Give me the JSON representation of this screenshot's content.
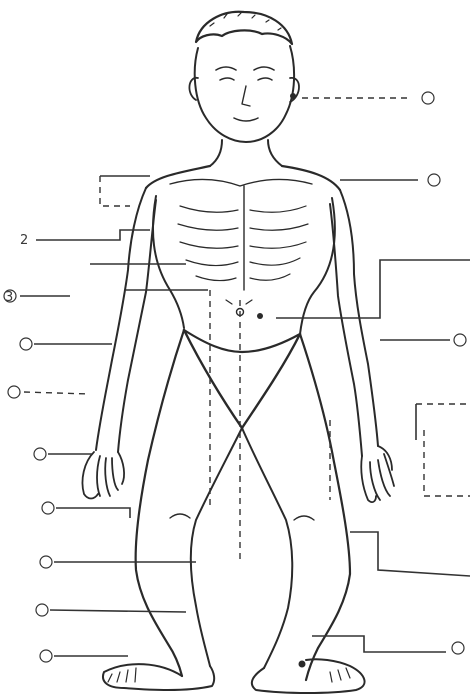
{
  "figure": {
    "ink_color": "#2a2a2a",
    "background_color": "#ffffff",
    "subject": "human-figure-front-view",
    "callouts_left": [
      {
        "id": "left-1",
        "label": "",
        "target": "upper-chest"
      },
      {
        "id": "left-2",
        "label": "2",
        "target": "upper-arm"
      },
      {
        "id": "left-3",
        "label": "3",
        "target": "elbow"
      },
      {
        "id": "left-4",
        "label": "",
        "target": "waist"
      },
      {
        "id": "left-5",
        "label": "",
        "target": "forearm"
      },
      {
        "id": "left-6",
        "label": "",
        "target": "wrist"
      },
      {
        "id": "left-7",
        "label": "",
        "target": "hand"
      },
      {
        "id": "left-8",
        "label": "",
        "target": "knee"
      },
      {
        "id": "left-9",
        "label": "",
        "target": "shin"
      },
      {
        "id": "left-10",
        "label": "",
        "target": "foot"
      }
    ],
    "callouts_right": [
      {
        "id": "right-1",
        "label": "",
        "target": "ear"
      },
      {
        "id": "right-2",
        "label": "",
        "target": "shoulder"
      },
      {
        "id": "right-3",
        "label": "",
        "target": "abdomen"
      },
      {
        "id": "right-4",
        "label": "",
        "target": "hip"
      },
      {
        "id": "right-5",
        "label": "",
        "target": "thigh"
      },
      {
        "id": "right-6",
        "label": "",
        "target": "ankle"
      }
    ]
  }
}
